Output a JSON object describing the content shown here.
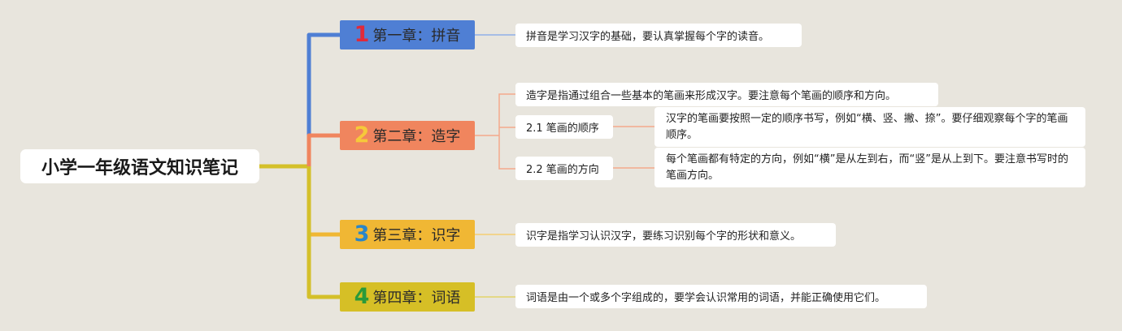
{
  "root": {
    "label": "小学一年级语文知识笔记"
  },
  "colors": {
    "background": "#e8e5dd",
    "chapter1": "#4f7fd4",
    "chapter2": "#f0855e",
    "chapter3": "#f0b734",
    "chapter4": "#d6bf26",
    "trunk": "#d4c02a"
  },
  "chapters": [
    {
      "number": "1",
      "title": "第一章：拼音",
      "notes": [
        "拼音是学习汉字的基础，要认真掌握每个字的读音。"
      ]
    },
    {
      "number": "2",
      "title": "第二章：造字",
      "notes": [
        "造字是指通过组合一些基本的笔画来形成汉字。要注意每个笔画的顺序和方向。"
      ],
      "subtopics": [
        {
          "label": "2.1 笔画的顺序",
          "note": "汉字的笔画要按照一定的顺序书写，例如“横、竖、撇、捺”。要仔细观察每个字的笔画顺序。"
        },
        {
          "label": "2.2 笔画的方向",
          "note": "每个笔画都有特定的方向，例如“横”是从左到右，而“竖”是从上到下。要注意书写时的笔画方向。"
        }
      ]
    },
    {
      "number": "3",
      "title": "第三章：识字",
      "notes": [
        "识字是指学习认识汉字，要练习识别每个字的形状和意义。"
      ]
    },
    {
      "number": "4",
      "title": "第四章：词语",
      "notes": [
        "词语是由一个或多个字组成的，要学会认识常用的词语，并能正确使用它们。"
      ]
    }
  ]
}
